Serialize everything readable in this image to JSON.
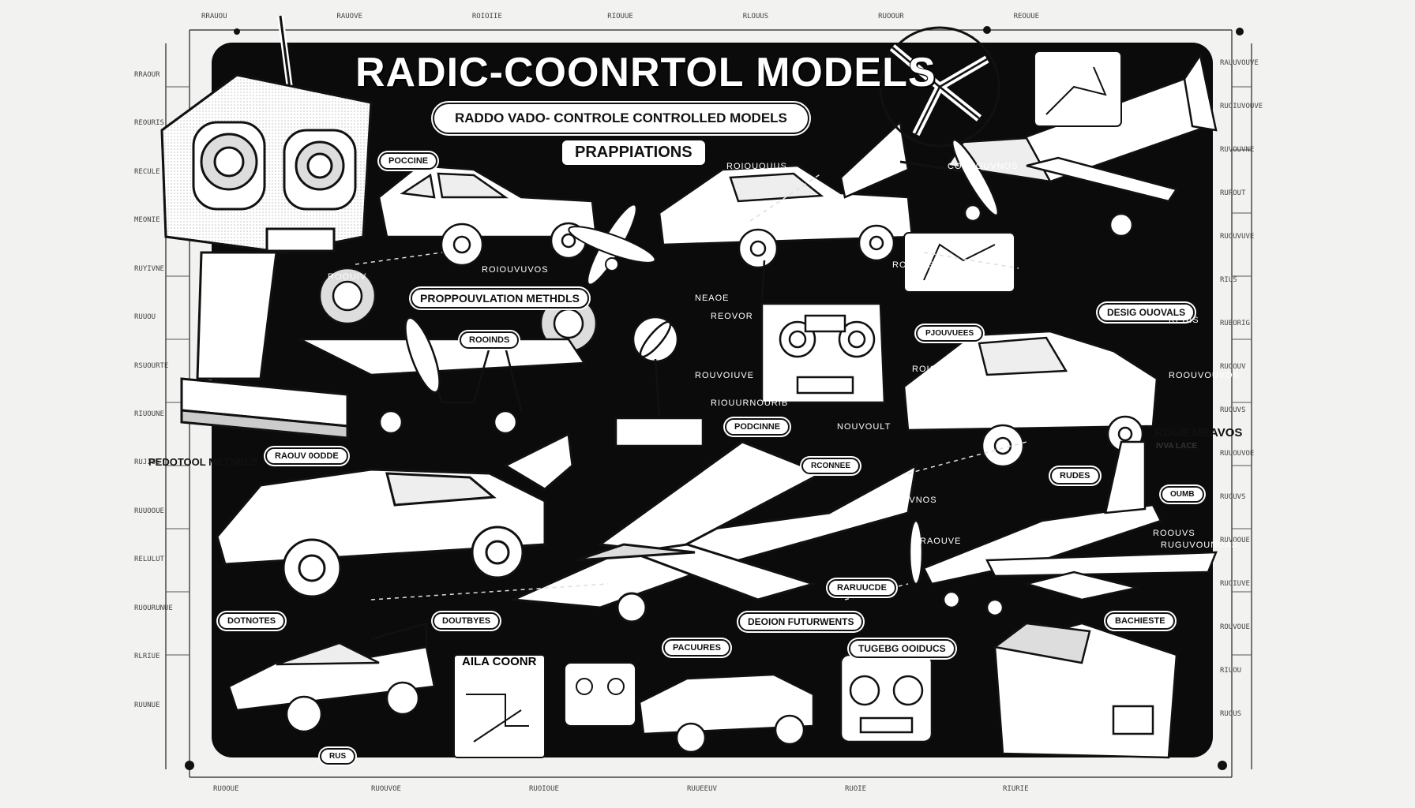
{
  "title": "RADIC-COONRTOL MODELS",
  "subtitle_pill": "RADDO VADO- CONTROLE CONTROLLED MODELS",
  "subheading": "PRAPPIATIONS",
  "labels": {
    "propulsion": "PROPPOUVLATION METHDLS",
    "poccine": "POCCINE",
    "rooinds": "ROOINDS",
    "pedotool": "PEDOTOOL METNELS",
    "raouvodde": "RAOUV 0ODDE",
    "design_goals": "DESIG OUOVALS",
    "pjouvues": "PJOUVUEES",
    "poccinee": "PODCINNE",
    "reonne": "RCONNEE",
    "rudes": "RUDES",
    "oumb": "OUMB",
    "raruuge": "RARUUCDE",
    "dotnotes": "DOTNOTES",
    "doutsyes": "DOUTBYES",
    "design_futures": "DEOION FUTURWENTS",
    "pacuures": "PACUURES",
    "tugeno": "TUGEBG OOIDUCS",
    "bacheste": "BACHIESTE",
    "ala_coonr": "AILA COONR",
    "bottom_tag": "RUS",
    "right_side": "ROUIEMEAVOS",
    "right_side_sub": "IVVA LACE"
  },
  "tags": [
    "ROOUIV",
    "ROIOUVUVOS",
    "NEAOE",
    "REOVOR",
    "ROUVOIUVE",
    "RIOUURNOURIB",
    "NOUVOULT",
    "ROIOOOUVG",
    "ROUVOS",
    "COUVOUVNOS",
    "ROIOUOUUS",
    "ROUUVNOS",
    "RAOUVE",
    "ROOUVS",
    "RUGUVOUNUAS",
    "ROOUVOUVOS",
    "REUIS"
  ],
  "ticks_left": [
    "RRAOUR",
    "REOURIS",
    "RECULE",
    "MEONIE",
    "RUYIVNE",
    "RUUOU",
    "RSUOURTE",
    "RIUOUNE",
    "RUJIUE",
    "RUUOOUE",
    "RELULUT",
    "RUOURUNUE",
    "RLRIUE",
    "RUUNUE"
  ],
  "ticks_right": [
    "RAUUVOUVE",
    "RUOIUVOUVE",
    "RUVOUVNE",
    "RUROUT",
    "RUOUVUVE",
    "RIUS",
    "RUEORIG",
    "RUOOUV",
    "RUOUVS",
    "RUUOUVOE",
    "RUGUVS",
    "RUVOOUE",
    "RUOIUVE",
    "ROUVOUE",
    "RIUOU",
    "RUOUS"
  ],
  "ticks_top": [
    "RRAUOU",
    "RAUOVE",
    "ROIOIIE",
    "RIOUUE",
    "RLOUUS",
    "RUOOUR",
    "REOUUE"
  ],
  "ticks_bottom": [
    "RUOOUE",
    "RUOUVOE",
    "RUOIOUE",
    "RUUEEUV",
    "RUOIE",
    "RIURIE"
  ],
  "colors": {
    "panel": "#0b0b0b",
    "ink": "#111111",
    "paper": "#ffffff",
    "background": "#f2f2f0"
  }
}
